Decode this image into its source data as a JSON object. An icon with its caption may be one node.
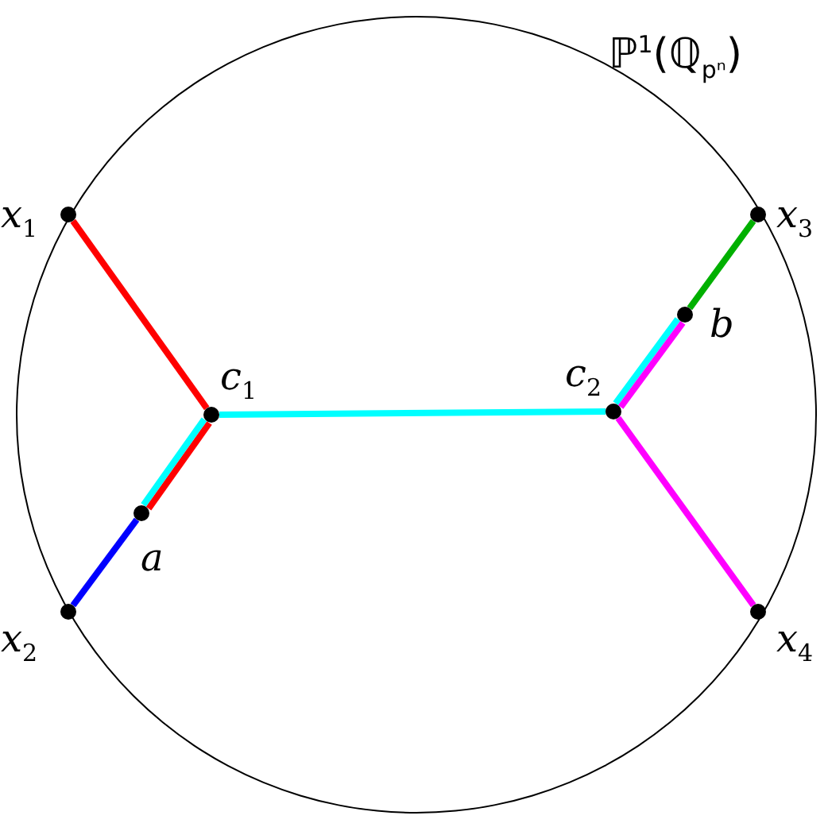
{
  "diagram": {
    "nodes": [
      {
        "text": [
          "ℙ$^{1}$(ℚ$_{pⁿ}$)"
        ]
      },
      {
        "text": [
          "x$_{1}$"
        ],
        "in": 0
      },
      {
        "text": [
          "x$_{2}$"
        ],
        "in": 0
      },
      {
        "text": [
          "x$_{3}$"
        ],
        "in": 0
      },
      {
        "text": [
          "x$_{4}$"
        ],
        "in": 0
      },
      {
        "text": [
          "c$_{1}$"
        ],
        "in": 0
      },
      {
        "text": [
          "c$_{2}$"
        ],
        "in": 0
      },
      {
        "text": [
          "a"
        ],
        "in": 0
      },
      {
        "text": [
          "b"
        ],
        "in": 0
      }
    ],
    "edges": [
      {
        "from": 1,
        "to": 5,
        "arrow": "none",
        "color": "#ff0000"
      },
      {
        "from": 5,
        "to": 7,
        "arrow": "none",
        "color": "#ff0000"
      },
      {
        "from": 5,
        "to": 7,
        "arrow": "none",
        "color": "#00ffff"
      },
      {
        "from": 7,
        "to": 2,
        "arrow": "none",
        "color": "#0000ff"
      },
      {
        "from": 5,
        "to": 6,
        "arrow": "none",
        "color": "#00ffff"
      },
      {
        "from": 6,
        "to": 8,
        "arrow": "none",
        "color": "#00ffff"
      },
      {
        "from": 6,
        "to": 8,
        "arrow": "none",
        "color": "#ff00ff"
      },
      {
        "from": 8,
        "to": 3,
        "arrow": "none",
        "color": "#00b000"
      },
      {
        "from": 6,
        "to": 4,
        "arrow": "none",
        "color": "#ff00ff"
      }
    ]
  }
}
